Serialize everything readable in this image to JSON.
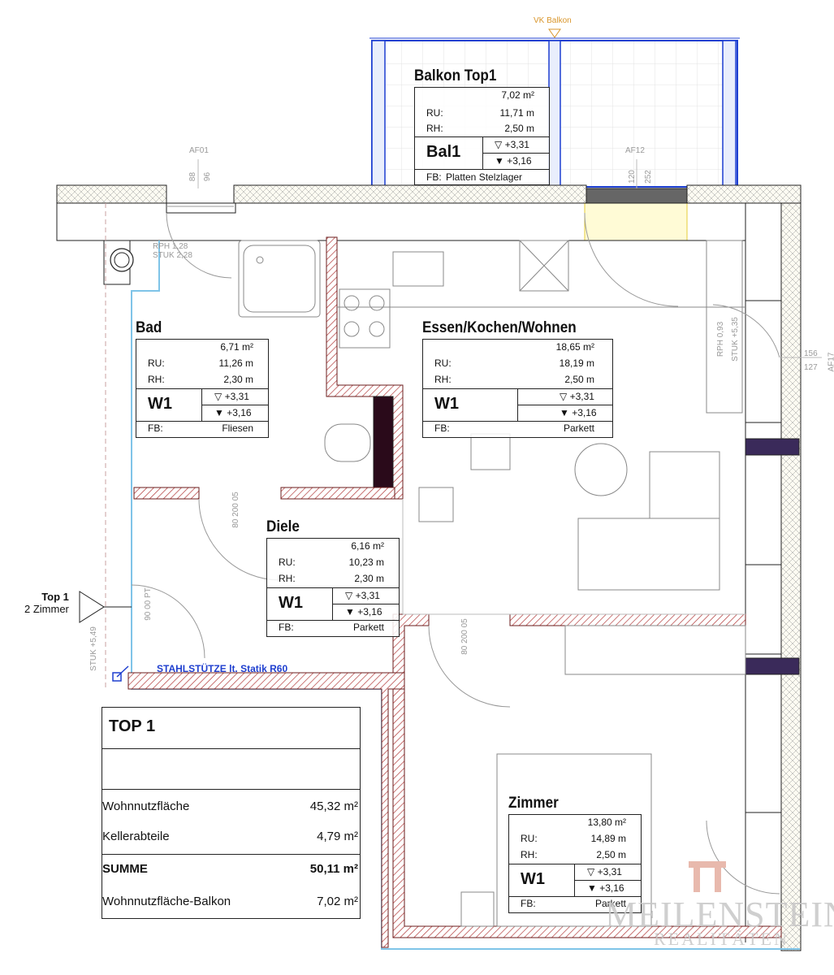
{
  "balcony_label": "VK Balkon",
  "labels": {
    "af01": "AF01",
    "af12": "AF12",
    "af17": "AF17",
    "dim_88": "88",
    "dim_96": "96",
    "dim_120": "120",
    "dim_252": "252",
    "dim_156": "156",
    "dim_127": "127",
    "rph_bad": "RPH 1,28",
    "stuk_bad": "STUK 2,28",
    "rph_kitchen": "RPH 0,93",
    "stuk_kitchen": "STUK +5,35",
    "stuk_left": "STUK +5,49",
    "steel_column": "STAHLSTÜTZE lt. Statik R60",
    "door_bad": "80 200 05",
    "door_zimmer": "80 200 05",
    "door_entry": "90 00 PT"
  },
  "entry": {
    "name": "Top 1",
    "rooms": "2 Zimmer"
  },
  "rooms": [
    {
      "id": "balkon",
      "name": "Balkon Top1",
      "area": "7,02 m²",
      "ru_label": "RU:",
      "ru": "11,71 m",
      "rh_label": "RH:",
      "rh": "2,50 m",
      "code": "Bal1",
      "level_top": "▽ +3,31",
      "level_bottom": "▼ +3,16",
      "fb_label": "FB:",
      "fb": "Platten Stelzlager"
    },
    {
      "id": "bad",
      "name": "Bad",
      "area": "6,71 m²",
      "ru_label": "RU:",
      "ru": "11,26 m",
      "rh_label": "RH:",
      "rh": "2,30 m",
      "code": "W1",
      "level_top": "▽ +3,31",
      "level_bottom": "▼ +3,16",
      "fb_label": "FB:",
      "fb": "Fliesen"
    },
    {
      "id": "ekw",
      "name": "Essen/Kochen/Wohnen",
      "area": "18,65 m²",
      "ru_label": "RU:",
      "ru": "18,19 m",
      "rh_label": "RH:",
      "rh": "2,50 m",
      "code": "W1",
      "level_top": "▽ +3,31",
      "level_bottom": "▼ +3,16",
      "fb_label": "FB:",
      "fb": "Parkett"
    },
    {
      "id": "diele",
      "name": "Diele",
      "area": "6,16 m²",
      "ru_label": "RU:",
      "ru": "10,23 m",
      "rh_label": "RH:",
      "rh": "2,30 m",
      "code": "W1",
      "level_top": "▽ +3,31",
      "level_bottom": "▼ +3,16",
      "fb_label": "FB:",
      "fb": "Parkett"
    },
    {
      "id": "zimmer",
      "name": "Zimmer",
      "area": "13,80 m²",
      "ru_label": "RU:",
      "ru": "14,89 m",
      "rh_label": "RH:",
      "rh": "2,50 m",
      "code": "W1",
      "level_top": "▽ +3,31",
      "level_bottom": "▼ +3,16",
      "fb_label": "FB:",
      "fb": "Parkett"
    }
  ],
  "summary": {
    "title": "TOP 1",
    "rows": [
      {
        "label": "Wohnnutzfläche",
        "value": "45,32 m²"
      },
      {
        "label": "Kellerabteile",
        "value": "4,79 m²"
      },
      {
        "label": "SUMME",
        "value": "50,11 m²"
      },
      {
        "label": "Wohnnutzfläche-Balkon",
        "value": "7,02 m²"
      }
    ]
  },
  "watermark": {
    "brand": "MEILENSTEIN",
    "sub": "REALITÄTEN"
  },
  "colors": {
    "wall_hatch": "#b23a3a",
    "insulation_blue": "#7fc4e8",
    "balcony_blue": "#1d3fd1",
    "label_orange": "#d9962c"
  }
}
